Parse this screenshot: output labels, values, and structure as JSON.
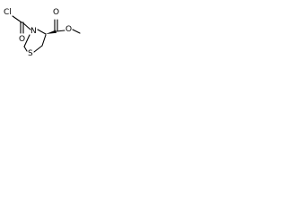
{
  "structure": {
    "atoms": {
      "chlorine": "Cl",
      "acyl_oxygen": "O",
      "nitrogen": "N",
      "sulfur": "S",
      "ester_carbonyl_oxygen": "O",
      "ester_ether_oxygen": "O"
    },
    "colors": {
      "ink": "#000000",
      "background": "#ffffff"
    }
  }
}
